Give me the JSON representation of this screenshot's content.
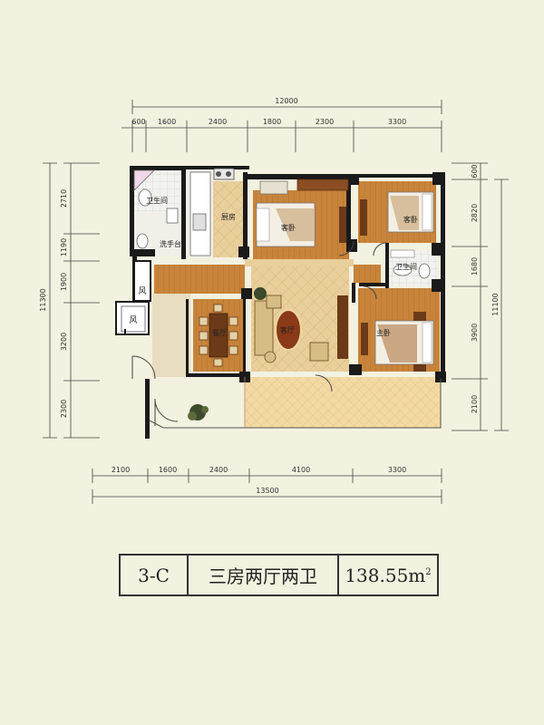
{
  "dimensions": {
    "top_total": "12000",
    "top": [
      "600",
      "1600",
      "2400",
      "1800",
      "2300",
      "3300"
    ],
    "bottom": [
      "2100",
      "1600",
      "2400",
      "4100",
      "3300"
    ],
    "bottom_total": "13500",
    "left": [
      "2710",
      "1190",
      "1900",
      "3200",
      "2300"
    ],
    "left_total": "11300",
    "right": [
      "600",
      "2820",
      "1680",
      "3900",
      "2100"
    ],
    "right_total": "11100"
  },
  "rooms": {
    "bathroom1": "卫生间",
    "washbasin": "洗手台",
    "kitchen": "厨房",
    "guest_bedroom1": "客卧",
    "guest_bedroom2": "客卧",
    "bathroom2": "卫生间",
    "dining": "餐厅",
    "living": "客厅",
    "master_bedroom": "主卧",
    "wind_shaft1": "风",
    "wind_shaft2": "风"
  },
  "info": {
    "unit_type": "3-C",
    "layout": "三房两厅两卫",
    "area": "138.55m",
    "area_sup": "2"
  },
  "colors": {
    "background": "#f3f1df",
    "wall": "#1a1a1a",
    "wood_floor": "#c98a3e",
    "tile_floor": "#e7cc9a",
    "balcony": "#f2d7a0"
  }
}
